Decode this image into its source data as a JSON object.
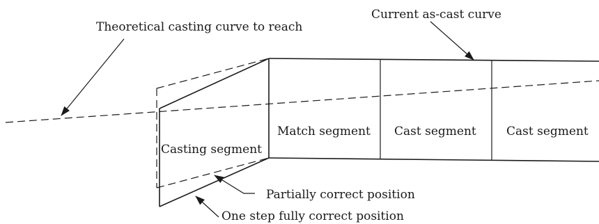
{
  "labels": {
    "theoretical_curve": "Theoretical casting curve to reach",
    "current_curve": "Current as-cast curve",
    "casting_segment": "Casting segment",
    "match_segment": "Match segment",
    "cast_segment_1": "Cast segment",
    "cast_segment_2": "Cast segment",
    "partially_correct": "Partially correct position",
    "fully_correct": "One step fully correct position"
  }
}
